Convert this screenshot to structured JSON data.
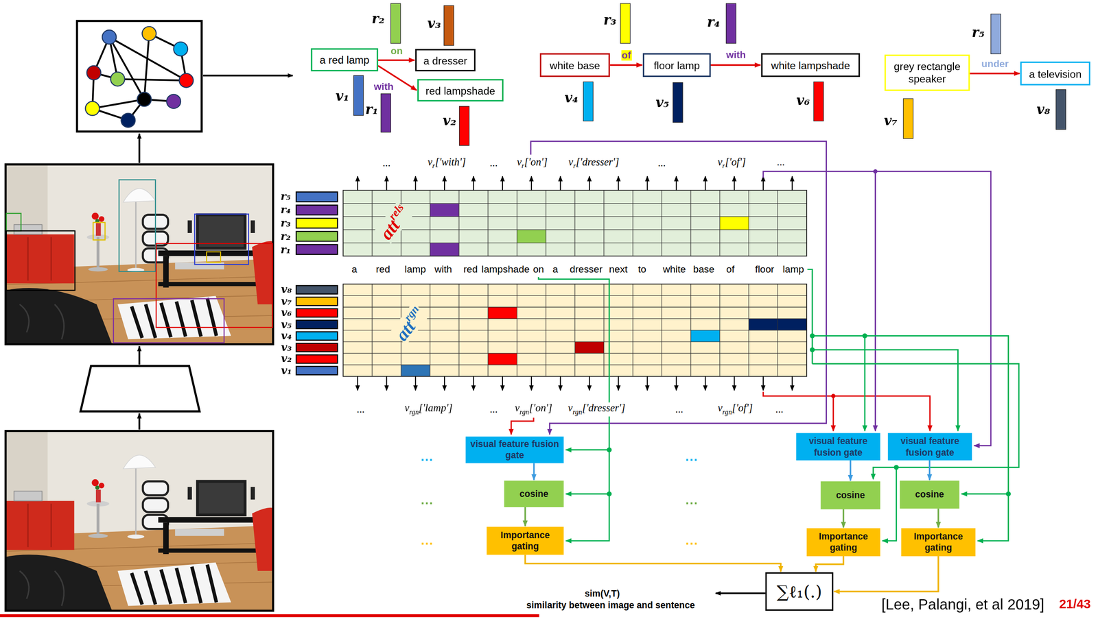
{
  "diagram": {
    "nodes": [
      {
        "text": [
          "a red lamp"
        ]
      },
      {
        "text": [
          "a dresser"
        ]
      },
      {
        "text": [
          "red lampshade"
        ]
      },
      {
        "text": [
          "white base"
        ]
      },
      {
        "text": [
          "floor lamp"
        ]
      },
      {
        "text": [
          "white lampshade"
        ]
      },
      {
        "text": [
          "grey rectangle speaker"
        ]
      },
      {
        "text": [
          "a television"
        ]
      },
      {
        "text": [
          "visual feature fusion gate"
        ]
      },
      {
        "text": [
          "cosine"
        ]
      },
      {
        "text": [
          "Importance gating"
        ]
      },
      {
        "text": [
          "visual feature fusion gate"
        ]
      },
      {
        "text": [
          "cosine"
        ]
      },
      {
        "text": [
          "Importance gating"
        ]
      },
      {
        "text": [
          "visual feature fusion gate"
        ]
      },
      {
        "text": [
          "cosine"
        ]
      },
      {
        "text": [
          "Importance gating"
        ]
      },
      {
        "text": [
          "∑ℓ₁(.)"
        ]
      }
    ],
    "edges": [
      {
        "from": 0,
        "to": 1,
        "label": "on",
        "arrow": "to"
      },
      {
        "from": 0,
        "to": 2,
        "label": "with",
        "arrow": "to"
      },
      {
        "from": 3,
        "to": 4,
        "label": "of",
        "arrow": "to"
      },
      {
        "from": 4,
        "to": 5,
        "label": "with",
        "arrow": "to"
      },
      {
        "from": 6,
        "to": 7,
        "label": "under",
        "arrow": "to"
      },
      {
        "from": 8,
        "to": 9,
        "arrow": "to"
      },
      {
        "from": 9,
        "to": 10,
        "arrow": "to"
      },
      {
        "from": 10,
        "to": 17,
        "arrow": "to"
      },
      {
        "from": 11,
        "to": 12,
        "arrow": "to"
      },
      {
        "from": 12,
        "to": 13,
        "arrow": "to"
      },
      {
        "from": 13,
        "to": 17,
        "arrow": "to"
      },
      {
        "from": 14,
        "to": 15,
        "arrow": "to"
      },
      {
        "from": 15,
        "to": 16,
        "arrow": "to"
      },
      {
        "from": 16,
        "to": 17,
        "arrow": "to"
      }
    ],
    "labels": [
      "r₂",
      "v₃",
      "v₁",
      "r₁",
      "v₂",
      "r₃",
      "r₄",
      "v₄",
      "v₅",
      "v₆",
      "r₅",
      "v₇",
      "v₈",
      "...",
      "v",
      "r",
      "['with']",
      "...",
      "v",
      "r",
      "['on']",
      "v",
      "r",
      "['dresser']",
      "...",
      "v",
      "r",
      "['of']",
      "...",
      "r₅",
      "r₄",
      "r₃",
      "r₂",
      "r₁",
      "att",
      "rels",
      "a",
      "red",
      "lamp",
      "with",
      "red",
      "lampshade",
      "on",
      "a",
      "dresser",
      "next",
      "to",
      "white",
      "base",
      "of",
      "floor",
      "lamp",
      "v₈",
      "v₇",
      "v₆",
      "v₅",
      "v₄",
      "v₃",
      "v₂",
      "v₁",
      "att",
      "rgn",
      "...",
      "v",
      "rgn",
      "['lamp']",
      "...",
      "v",
      "rgn",
      "['on']",
      "v",
      "rgn",
      "['dresser']",
      "...",
      "v",
      "rgn",
      "['of']",
      "...",
      "...",
      "...",
      "...",
      "...",
      "...",
      "...",
      "sim(V,T)",
      "similarity between image and sentence",
      "[Lee, Palangi, et al 2019]",
      "21/43"
    ]
  }
}
